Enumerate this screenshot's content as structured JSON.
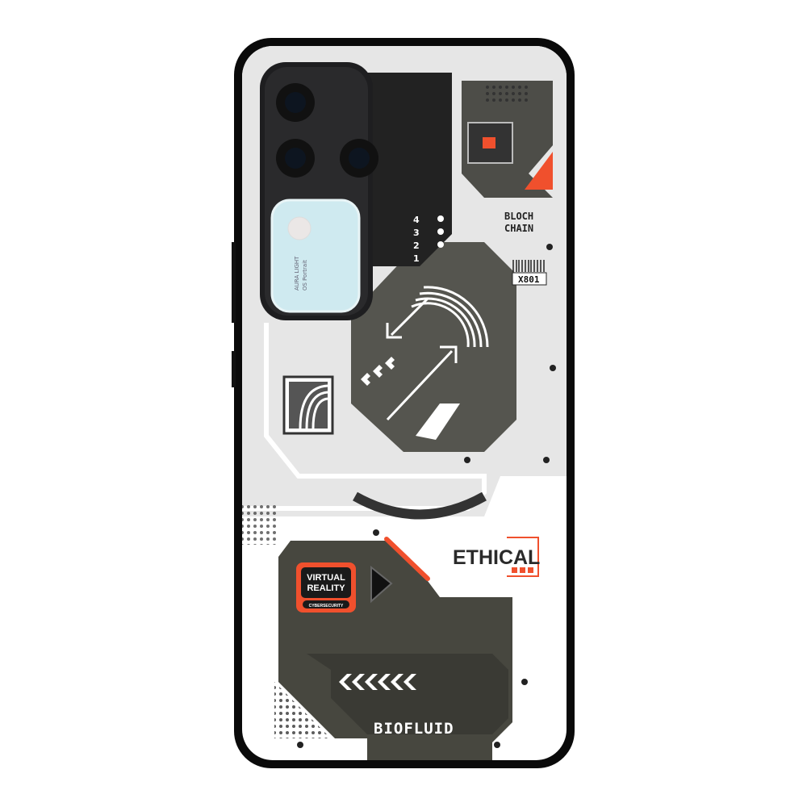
{
  "product": {
    "camera_label_line1": "AURA LIGHT",
    "camera_label_line2": "OS Portrait",
    "counter": [
      "4",
      "3",
      "2",
      "1"
    ],
    "block_chain_line1": "BLOCH",
    "block_chain_line2": "CHAIN",
    "barcode_code": "X801",
    "ethical": "ETHICAL",
    "vr_line1": "VIRTUAL",
    "vr_line2": "REALITY",
    "vr_sub": "CYBERSECURITY",
    "biofluid": "BIOFLUID"
  },
  "colors": {
    "case_border": "#0a0a0a",
    "panel_light": "#e6e6e6",
    "panel_dark": "#4a4a45",
    "accent": "#f0502d",
    "lens_glass": "#cfeaf0"
  }
}
